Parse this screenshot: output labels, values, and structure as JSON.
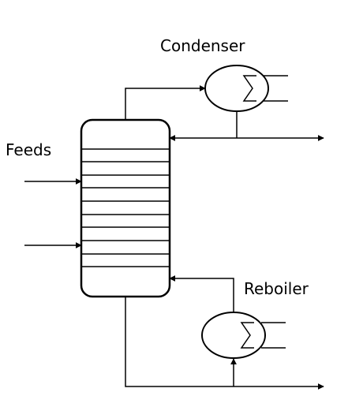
{
  "labels": {
    "condenser": "Condenser",
    "feeds": "Feeds",
    "reboiler": "Reboiler"
  },
  "colors": {
    "stroke": "#000000",
    "background": "#ffffff"
  },
  "icons": {
    "heat_exchanger_symbol": "summation-sign"
  }
}
